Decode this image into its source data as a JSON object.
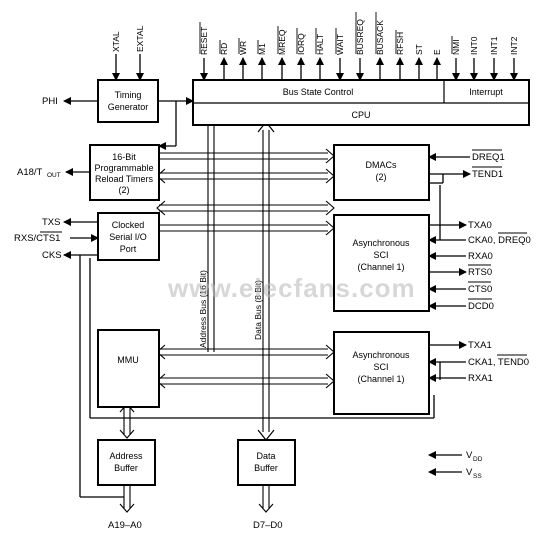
{
  "blocks": {
    "timing": [
      "Timing",
      "Generator"
    ],
    "bus_state_control": "Bus State Control",
    "interrupt": "Interrupt",
    "cpu": "CPU",
    "timers": [
      "16-Bit",
      "Programmable",
      "Reload Timers",
      "(2)"
    ],
    "serial_io": [
      "Clocked",
      "Serial I/O",
      "Port"
    ],
    "dmacs": [
      "DMACs",
      "(2)"
    ],
    "asci0": [
      "Asynchronous",
      "SCI",
      "(Channel 1)"
    ],
    "asci1": [
      "Asynchronous",
      "SCI",
      "(Channel 1)"
    ],
    "mmu": "MMU",
    "address_buffer": [
      "Address",
      "Buffer"
    ],
    "data_buffer": [
      "Data",
      "Buffer"
    ]
  },
  "top_pins": [
    "XTAL",
    "EXTAL",
    "RESET",
    "RD",
    "WR",
    "M1",
    "MREQ",
    "IORQ",
    "HALT",
    "WAIT",
    "BUSREQ",
    "BUSACK",
    "RFSH",
    "ST",
    "E",
    "NMI",
    "INT0",
    "INT1",
    "INT2"
  ],
  "left_pins": {
    "phi": "PHI",
    "a18": "A18/T",
    "a18_sub": "OUT",
    "txs": "TXS",
    "rxs": "RXS/CTS1",
    "cks": "CKS"
  },
  "right_pins": {
    "dreq1": "DREQ1",
    "tend1": "TEND1",
    "txa0": "TXA0",
    "cka0": "CKA0, DREQ0",
    "rxa0": "RXA0",
    "rts0": "RTS0",
    "cts0": "CTS0",
    "dcd0": "DCD0",
    "txa1": "TXA1",
    "cka1": "CKA1, TEND0",
    "rxa1": "RXA1",
    "vdd": "V",
    "vdd_sub": "DD",
    "vss": "V",
    "vss_sub": "SS"
  },
  "bus_labels": {
    "address_bus": "Address Bus (16 Bit)",
    "data_bus": "Data Bus (8 Bit)"
  },
  "bottom_pins": {
    "address": "A19–A0",
    "data": "D7–D0"
  },
  "watermark": "www.elecfans.com"
}
